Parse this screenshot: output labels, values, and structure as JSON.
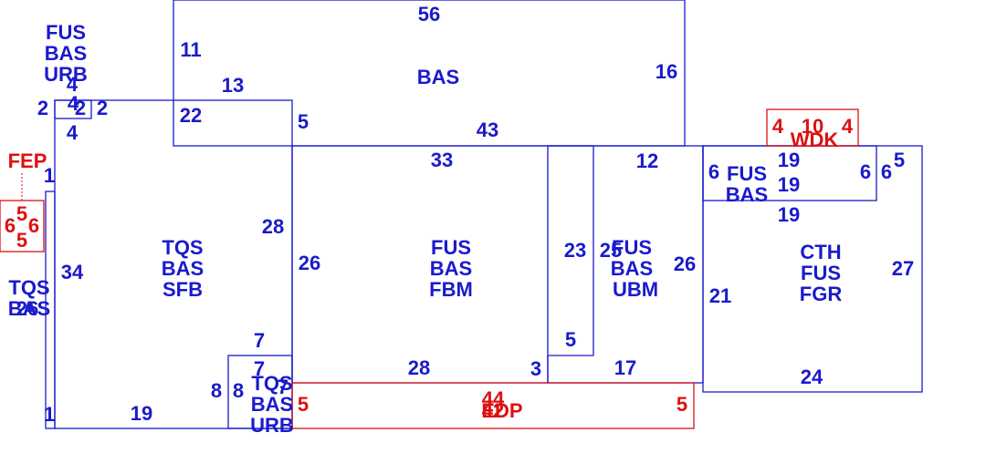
{
  "colors": {
    "main": "#1a1acc",
    "attached": "#dd1111"
  },
  "areas": {
    "top_bas": "BAS",
    "left_section": [
      "TQS",
      "BAS",
      "SFB"
    ],
    "center_section": [
      "FUS",
      "BAS",
      "FBM"
    ],
    "mid_right_section": [
      "FUS",
      "BAS",
      "UBM"
    ],
    "right_section": [
      "CTH",
      "FUS",
      "FGR"
    ],
    "upper_right_box": [
      "FUS",
      "BAS"
    ],
    "bottom_small": [
      "TQS",
      "BAS",
      "URB"
    ],
    "top_left_stack": [
      "FUS",
      "BAS",
      "URB"
    ],
    "far_left_stack": [
      "TQS",
      "BAS"
    ],
    "wdk": "WDK",
    "fep": "FEP",
    "edp": "EDP"
  },
  "dims": {
    "d56": "56",
    "d11": "11",
    "d16": "16",
    "d13": "13",
    "d43": "43",
    "d33": "33",
    "d12": "12",
    "d22": "22",
    "d5a": "5",
    "d2a": "2",
    "d4a": "4",
    "d2b": "2",
    "d4b": "4",
    "d2c": "2",
    "d4c": "4",
    "d1a": "1",
    "d28a": "28",
    "d34": "34",
    "d26a": "26",
    "d23": "23",
    "d25": "25",
    "d26b": "26",
    "d21": "21",
    "d27": "27",
    "d6a": "6",
    "d19a": "19",
    "d19b": "19",
    "d19c": "19",
    "d6b": "6",
    "d6c": "6",
    "d5b": "5",
    "d7a": "7",
    "d7b": "7",
    "d8a": "8",
    "d8b": "8",
    "d28b": "28",
    "d3": "3",
    "d5c": "5",
    "d17": "17",
    "d24": "24",
    "d19d": "19",
    "d1b": "1",
    "d7c": "7",
    "d26c": "26"
  },
  "attached_dims": {
    "wdk_4a": "4",
    "wdk_10": "10",
    "wdk_4b": "4",
    "fep_5a": "5",
    "fep_6a": "6",
    "fep_6b": "6",
    "fep_5b": "5",
    "edp_5a": "5",
    "edp_44": "44",
    "edp_42": "42",
    "edp_5b": "5"
  }
}
